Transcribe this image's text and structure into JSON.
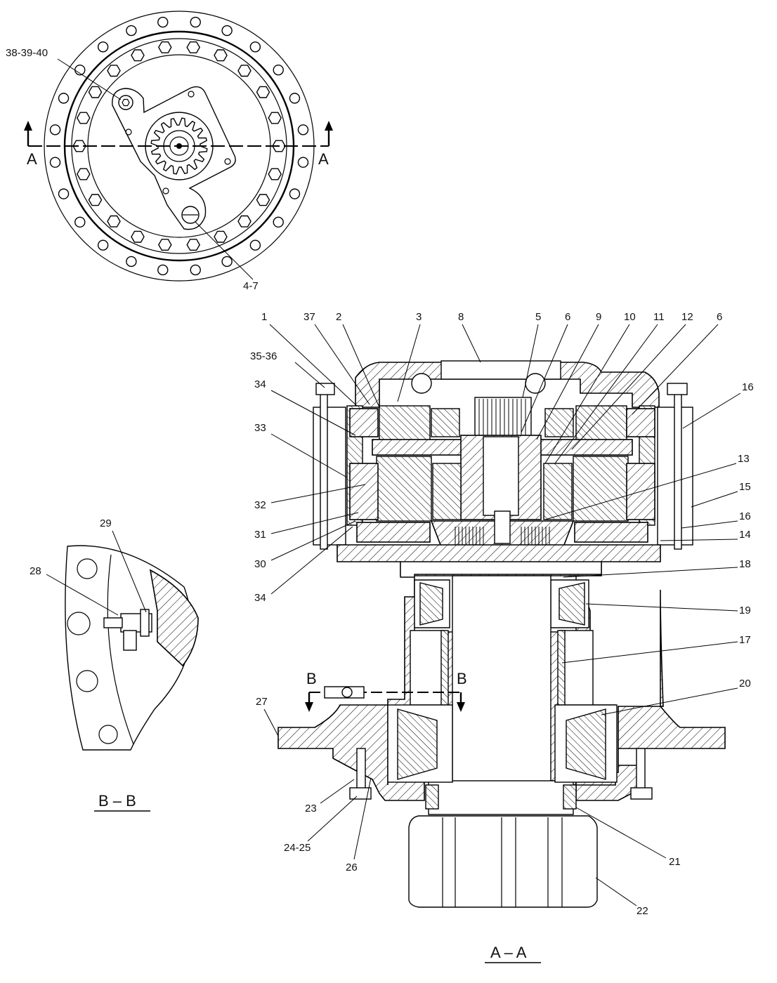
{
  "section_markers": {
    "a_left": "A",
    "a_right": "A",
    "b_left": "B",
    "b_right": "B"
  },
  "view_titles": {
    "section_bb": "B – B",
    "section_aa": "A – A"
  },
  "top_view_callouts": {
    "c1": "38-39-40",
    "c2": "4-7"
  },
  "bb_callouts": {
    "c28": "28",
    "c29": "29"
  },
  "aa_callouts": {
    "c1": "1",
    "c37": "37",
    "c2": "2",
    "c3": "3",
    "c8": "8",
    "c5": "5",
    "c6a": "6",
    "c9": "9",
    "c10": "10",
    "c11": "11",
    "c12": "12",
    "c6b": "6",
    "c16a": "16",
    "c35_36": "35-36",
    "c34a": "34",
    "c33": "33",
    "c13": "13",
    "c15": "15",
    "c32": "32",
    "c16b": "16",
    "c31": "31",
    "c14": "14",
    "c30": "30",
    "c18": "18",
    "c34b": "34",
    "c19": "19",
    "c17": "17",
    "c20": "20",
    "c27": "27",
    "c23": "23",
    "c24_25": "24-25",
    "c26": "26",
    "c21": "21",
    "c22": "22"
  }
}
